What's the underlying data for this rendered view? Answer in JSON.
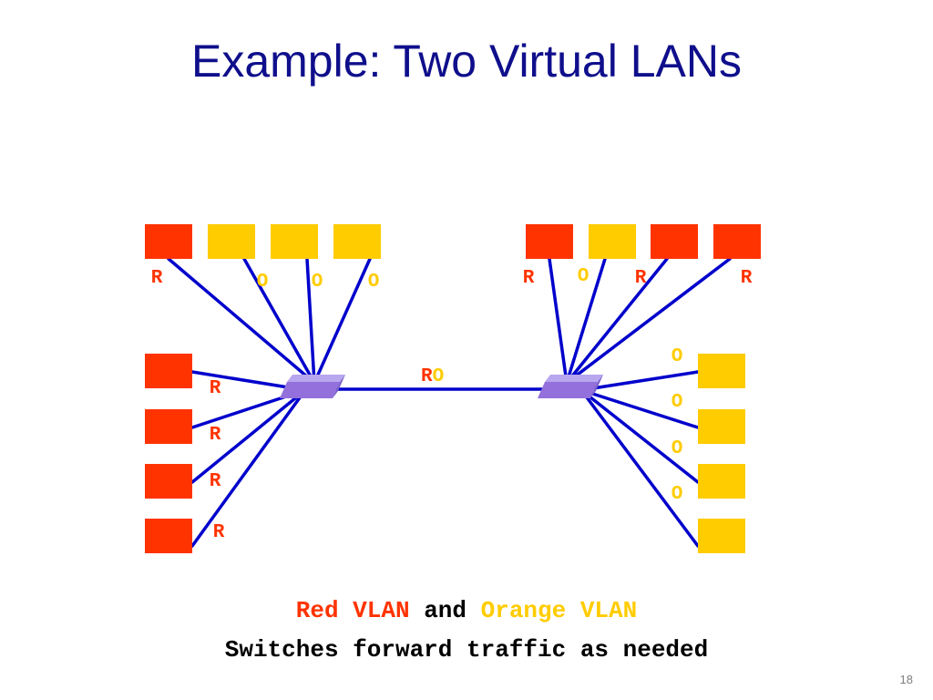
{
  "title": "Example: Two Virtual LANs",
  "colors": {
    "red_vlan": "#ff3300",
    "orange_vlan": "#ffcc00",
    "link": "#0000cc",
    "switch": "#9370db",
    "title": "#0f0f8c"
  },
  "labels": {
    "red": "R",
    "orange": "O"
  },
  "trunk_label": {
    "r": "R",
    "o": "O"
  },
  "caption": {
    "line1": {
      "red": "Red VLAN",
      "and": "and",
      "orange": "Orange VLAN"
    },
    "line2": "Switches forward traffic as needed"
  },
  "page_number": "18",
  "switches": [
    {
      "id": "left-switch",
      "icon": "network-switch-icon"
    },
    {
      "id": "right-switch",
      "icon": "network-switch-icon"
    }
  ],
  "left_hosts": {
    "top": [
      "red",
      "orange",
      "orange",
      "orange"
    ],
    "side": [
      "red",
      "red",
      "red",
      "red"
    ]
  },
  "right_hosts": {
    "top": [
      "red",
      "orange",
      "red",
      "red"
    ],
    "side": [
      "orange",
      "orange",
      "orange",
      "orange"
    ]
  }
}
